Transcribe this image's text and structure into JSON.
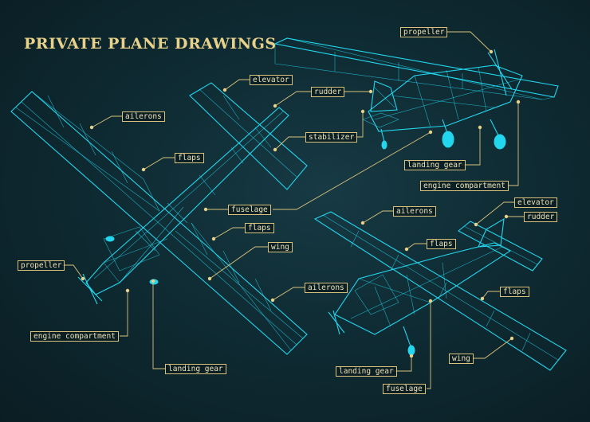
{
  "title": "PRIVATE PLANE DRAWINGS",
  "colors": {
    "background": "#0f2b33",
    "wireframe": "#22d6ee",
    "label": "#e8d28a"
  },
  "labels": {
    "propeller_top": "propeller",
    "elevator_left": "elevator",
    "ailerons_left": "ailerons",
    "rudder_top": "rudder",
    "stabilizer": "stabilizer",
    "flaps_left": "flaps",
    "landing_gear_top": "landing gear",
    "engine_compartment_top": "engine compartment",
    "fuselage_left": "fuselage",
    "ailerons_bottom": "ailerons",
    "elevator_bottom": "elevator",
    "rudder_bottom": "rudder",
    "flaps_center": "flaps",
    "wing_left": "wing",
    "flaps_bottom": "flaps",
    "propeller_left": "propeller",
    "ailerons_left_lower": "ailerons",
    "engine_compartment_left": "engine compartment",
    "wing_bottom": "wing",
    "landing_gear_left": "landing gear",
    "landing_gear_bottom": "landing gear",
    "fuselage_bottom": "fuselage"
  }
}
